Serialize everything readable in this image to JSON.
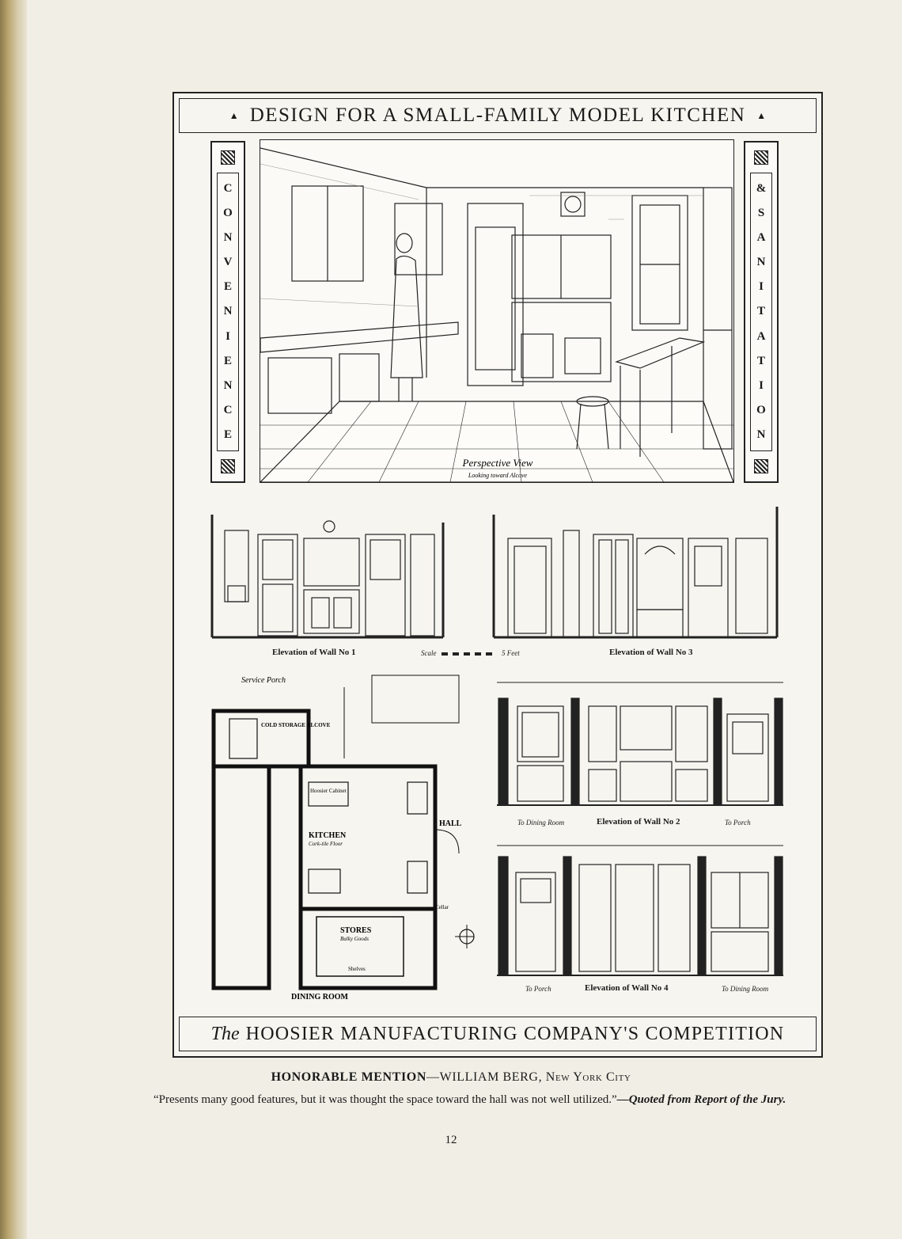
{
  "header": {
    "title": "DESIGN FOR A SMALL-FAMILY MODEL KITCHEN"
  },
  "side_left": {
    "letters": [
      "C",
      "O",
      "N",
      "V",
      "E",
      "N",
      "I",
      "E",
      "N",
      "C",
      "E"
    ]
  },
  "side_right": {
    "letters": [
      "&",
      "S",
      "A",
      "N",
      "I",
      "T",
      "A",
      "T",
      "I",
      "O",
      "N"
    ]
  },
  "perspective": {
    "label": "Perspective View",
    "sublabel": "Looking toward Alcove"
  },
  "elevations": {
    "wall1": "Elevation of Wall No 1",
    "wall3": "Elevation of Wall No 3",
    "wall2": "Elevation of Wall No 2",
    "wall4": "Elevation of Wall No 4",
    "scale": "Scale",
    "scale_unit": "5 Feet",
    "wall2_left": "To Dining Room",
    "wall2_right": "To Porch",
    "wall4_left": "To Porch",
    "wall4_right": "To Dining Room"
  },
  "plan": {
    "service_porch": "Service Porch",
    "cold_storage": "COLD STORAGE ALCOVE",
    "kitchen": "KITCHEN",
    "kitchen_sub": "Cork-tile Floor",
    "hall": "HALL",
    "stores": "STORES",
    "stores_sub": "Bulky Goods",
    "shelves": "Shelves",
    "dining_room": "DINING ROOM",
    "hoosier": "Hoosier Cabinet",
    "cellar": "Cellar"
  },
  "footer": {
    "the": "The",
    "company": "HOOSIER MANUFACTURING COMPANY'S COMPETITION"
  },
  "honorable": {
    "label": "HONORABLE MENTION",
    "dash": "—",
    "name": "WILLIAM BERG,",
    "city": "New York City"
  },
  "quote": {
    "text": "“Presents many good features, but it was thought the space toward the hall was not well utilized.”",
    "source": "—Quoted from Report of the Jury."
  },
  "page_number": "12"
}
